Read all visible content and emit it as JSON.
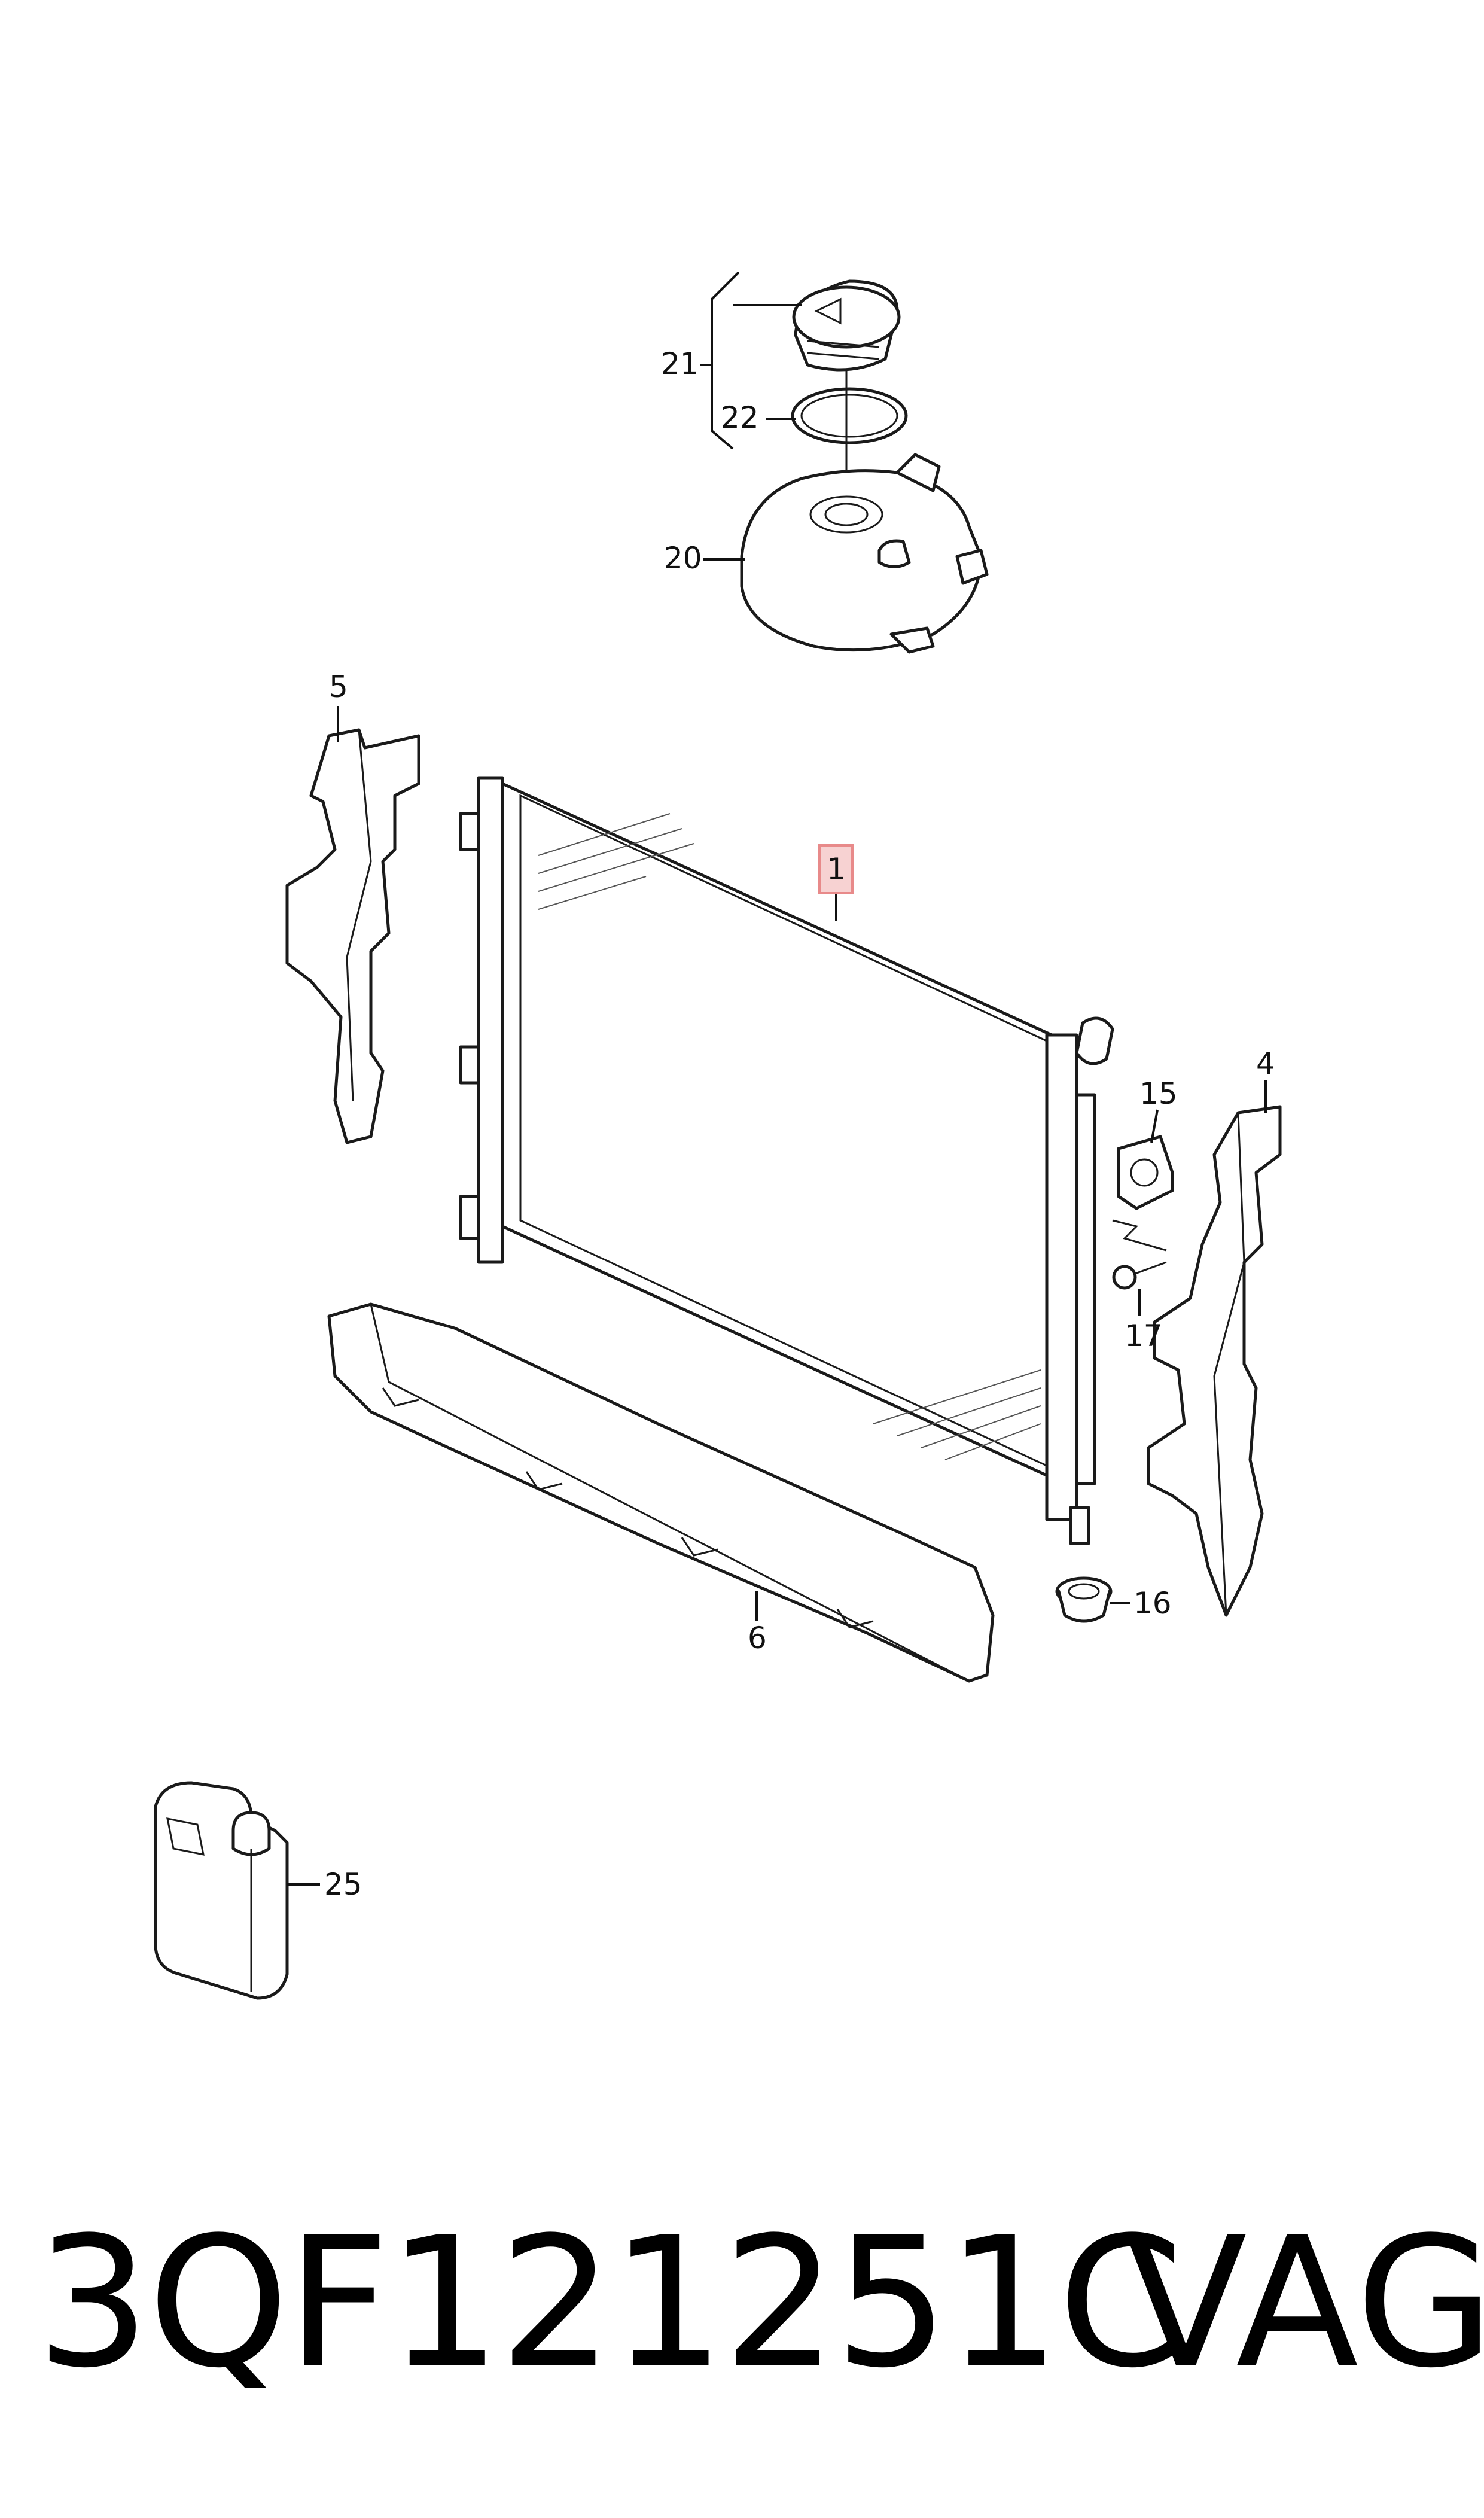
{
  "callouts": [
    {
      "id": "c21",
      "label": "21"
    },
    {
      "id": "c22",
      "label": "22"
    },
    {
      "id": "c20",
      "label": "20"
    },
    {
      "id": "c5",
      "label": "5"
    },
    {
      "id": "c1",
      "label": "1"
    },
    {
      "id": "c15",
      "label": "15"
    },
    {
      "id": "c4",
      "label": "4"
    },
    {
      "id": "c17",
      "label": "17"
    },
    {
      "id": "c16",
      "label": "16"
    },
    {
      "id": "c6",
      "label": "6"
    },
    {
      "id": "c25",
      "label": "25"
    }
  ],
  "highlight_color": "#e88a8a",
  "footer": {
    "part_number": "3QF121251C",
    "brand": "VAG"
  }
}
